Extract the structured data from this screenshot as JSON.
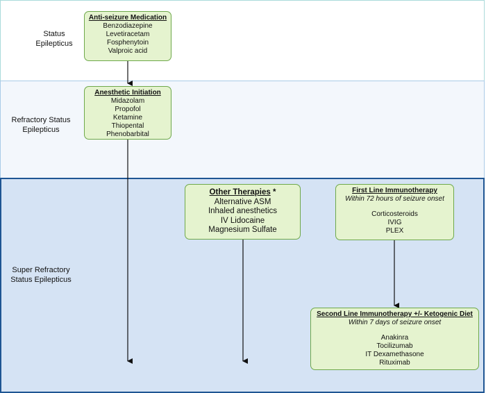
{
  "stages": [
    {
      "line1": "Status",
      "line2": "Epilepticus"
    },
    {
      "line1": "Refractory Status",
      "line2": "Epilepticus"
    },
    {
      "line1": "Super Refractory",
      "line2": "Status Epilepticus"
    }
  ],
  "boxes": {
    "anti_seizure": {
      "title": "Anti-seizure Medication",
      "items": [
        "Benzodiazepine",
        "Levetiracetam",
        "Fosphenytoin",
        "Valproic acid"
      ]
    },
    "anesthetic": {
      "title": "Anesthetic Initiation",
      "items": [
        "Midazolam",
        "Propofol",
        "Ketamine",
        "Thiopental",
        "Phenobarbital"
      ]
    },
    "other": {
      "title": "Other Therapies",
      "marker": "*",
      "items": [
        "Alternative ASM",
        "Inhaled anesthetics",
        "IV Lidocaine",
        "Magnesium Sulfate"
      ]
    },
    "first_line": {
      "title": "First Line Immunotherapy",
      "note": "Within 72 hours of seizure onset",
      "items": [
        "Corticosteroids",
        "IVIG",
        "PLEX"
      ]
    },
    "second_line": {
      "title": "Second Line Immunotherapy +/- Ketogenic Diet",
      "note": "Within 7 days of seizure onset",
      "items": [
        "Anakinra",
        "Tocilizumab",
        "IT Dexamethasone",
        "Rituximab"
      ]
    }
  }
}
